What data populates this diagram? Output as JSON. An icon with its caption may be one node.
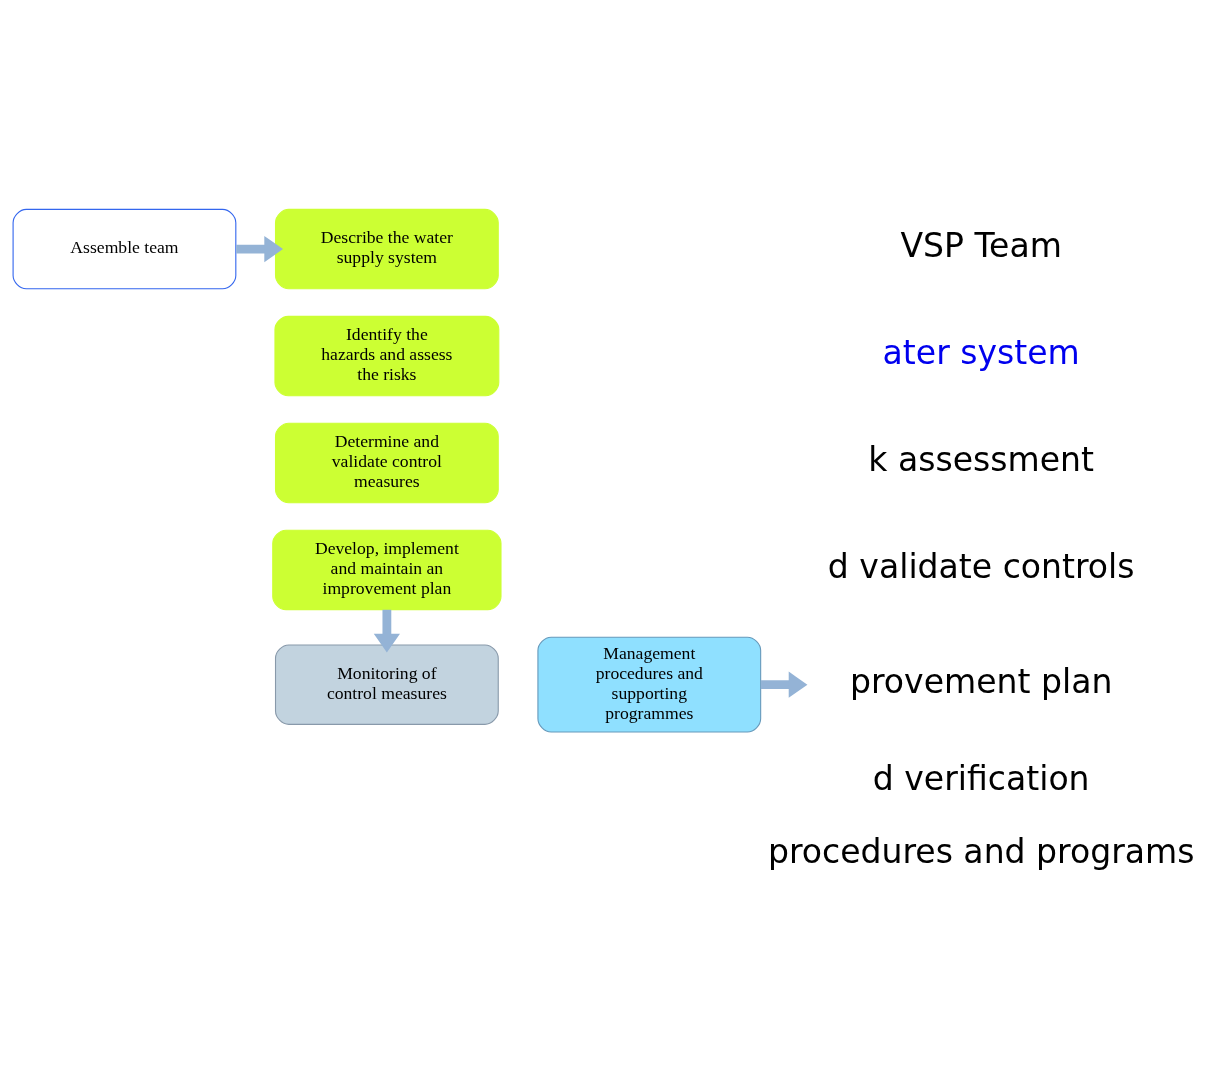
{
  "diagram": {
    "nodes": [
      {
        "text": [
          "Assemble team"
        ]
      },
      {
        "text": [
          "Describe the water supply system"
        ]
      },
      {
        "text": [
          "Identify the hazards and assess the risks"
        ]
      },
      {
        "text": [
          "Determine and validate control measures"
        ]
      },
      {
        "text": [
          "Develop, implement and maintain an improvement plan"
        ]
      },
      {
        "text": [
          "Monitoring of control measures"
        ]
      },
      {
        "text": [
          "Management procedures and supporting programmes"
        ]
      }
    ],
    "edges": [
      {
        "from": 0,
        "to": 1,
        "arrow": "to"
      },
      {
        "from": 4,
        "to": 5,
        "arrow": "to"
      },
      {
        "from": 6,
        "to": null,
        "arrow": "to"
      }
    ],
    "labels": [
      "VSP Team",
      "ater system",
      "k assessment",
      "d validate controls",
      "provement plan",
      "d verification",
      "procedures and programs"
    ]
  }
}
